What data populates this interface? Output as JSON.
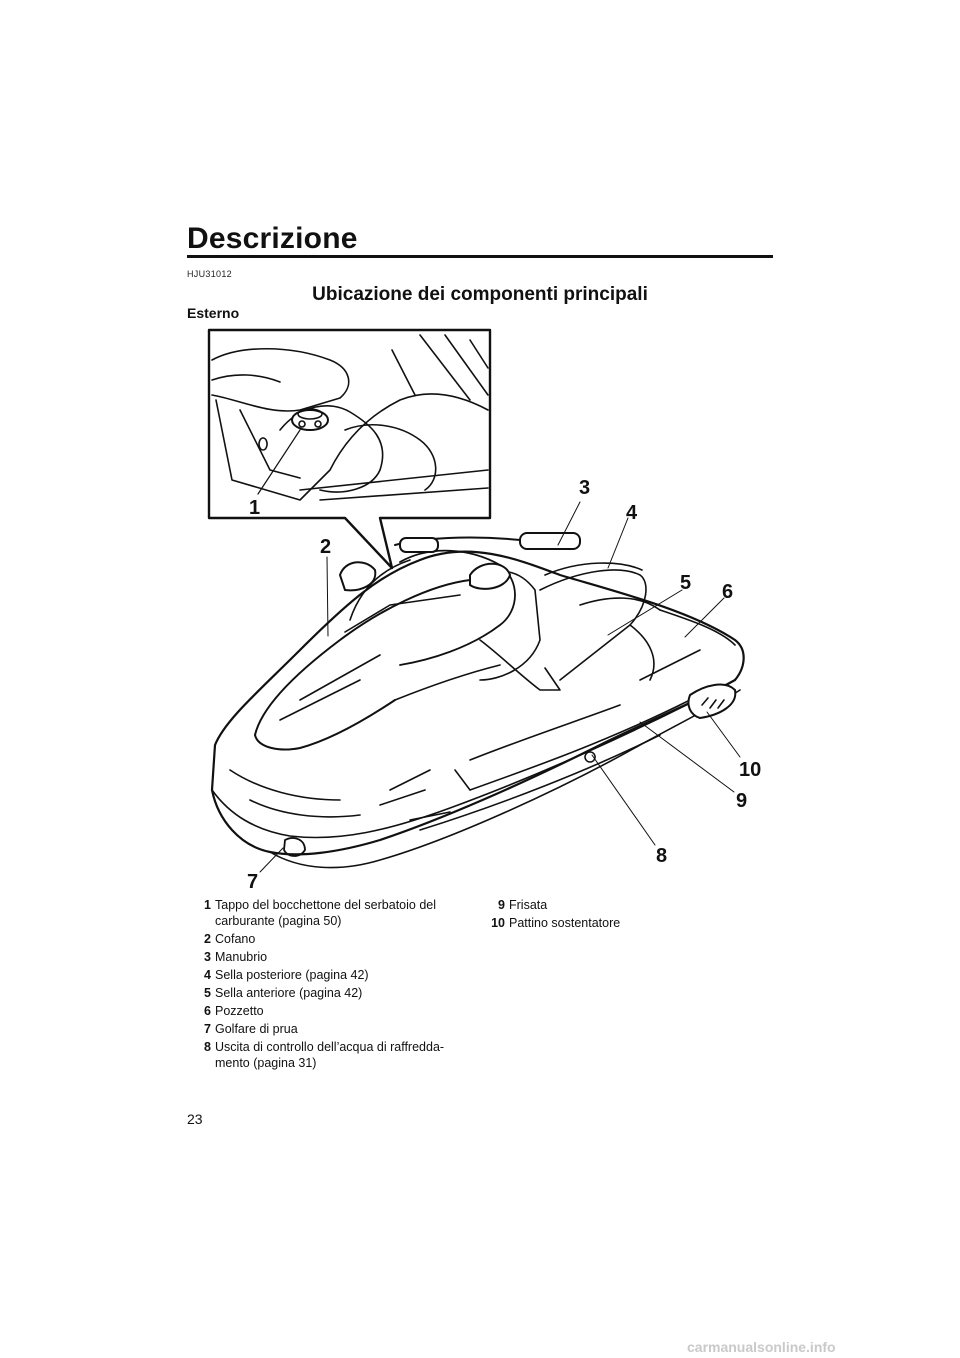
{
  "page": {
    "section_title": "Descrizione",
    "reference_code": "HJU31012",
    "subsection_title": "Ubicazione dei componenti principali",
    "sub_heading": "Esterno",
    "page_number": "23",
    "watermark": "carmanualsonline.info"
  },
  "callouts": [
    "1",
    "2",
    "3",
    "4",
    "5",
    "6",
    "7",
    "8",
    "9",
    "10"
  ],
  "legend_left": [
    {
      "num": "1",
      "text": "Tappo del bocchettone del serbatoio del carburante (pagina 50)"
    },
    {
      "num": "2",
      "text": "Cofano"
    },
    {
      "num": "3",
      "text": "Manubrio"
    },
    {
      "num": "4",
      "text": "Sella posteriore (pagina 42)"
    },
    {
      "num": "5",
      "text": "Sella anteriore (pagina 42)"
    },
    {
      "num": "6",
      "text": "Pozzetto"
    },
    {
      "num": "7",
      "text": "Golfare di prua"
    },
    {
      "num": "8",
      "text": "Uscita di controllo dell’acqua di raffredda-mento (pagina 31)"
    }
  ],
  "legend_right": [
    {
      "num": "9",
      "text": "Frisata"
    },
    {
      "num": "10",
      "text": "Pattino sostentatore"
    }
  ]
}
